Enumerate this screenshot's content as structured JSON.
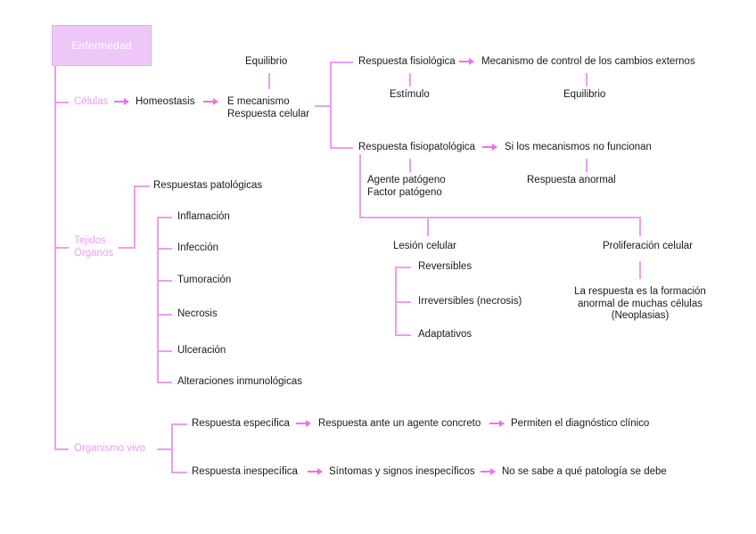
{
  "diagram": {
    "title": "Enfermedad",
    "root": {
      "label": "Enfermedad"
    },
    "levels": {
      "celulas": "Células",
      "tejidos": "Tejidos\nÓrganos",
      "organismo": "Organismo vivo"
    },
    "celulas_branch": {
      "homeostasis": "Homeostasis",
      "mecanismo": "E mecanismo\nRespuesta celular",
      "equilibrio_top": "Equilibrio",
      "fisiologica": "Respuesta fisiológica",
      "estimulo": "Estímulo",
      "mecanismo_control": "Mecanismo de control de los cambios externos",
      "equilibrio_right": "Equilibrio",
      "fisiopatologica": "Respuesta fisiopatológica",
      "agente": "Agente patógeno\nFactor patógeno",
      "si_mecanismos": "Si los mecanismos no funcionan",
      "respuesta_anormal": "Respuesta anormal"
    },
    "celular_branch": {
      "lesion": "Lesión celular",
      "lesion_items": [
        "Reversibles",
        "Irreversibles (necrosis)",
        "Adaptativos"
      ],
      "proliferacion": "Proliferación celular",
      "proliferacion_desc": "La respuesta es la formación\nanormal de muchas células\n(Neoplasias)"
    },
    "tejidos_branch": {
      "respuestas": "Respuestas patológicas",
      "items": [
        "Inflamación",
        "Infección",
        "Tumoración",
        "Necrosis",
        "Ulceración",
        "Alteraciones inmunológicas"
      ]
    },
    "organismo_branch": {
      "especifica": "Respuesta específica",
      "especifica_2": "Respuesta ante un agente concreto",
      "especifica_3": "Permiten el diagnóstico clínico",
      "inespecifica": "Respuesta inespecífica",
      "inespecifica_2": "Síntomas y signos inespecíficos",
      "inespecifica_3": "No se sabe a qué patología se debe"
    },
    "colors": {
      "line": "#ee9cf2",
      "arrow": "#ee6ff0",
      "box_fill": "#eec6f7",
      "pink_text": "#ec9bef",
      "text": "#1a1a1a",
      "background": "#ffffff"
    }
  }
}
